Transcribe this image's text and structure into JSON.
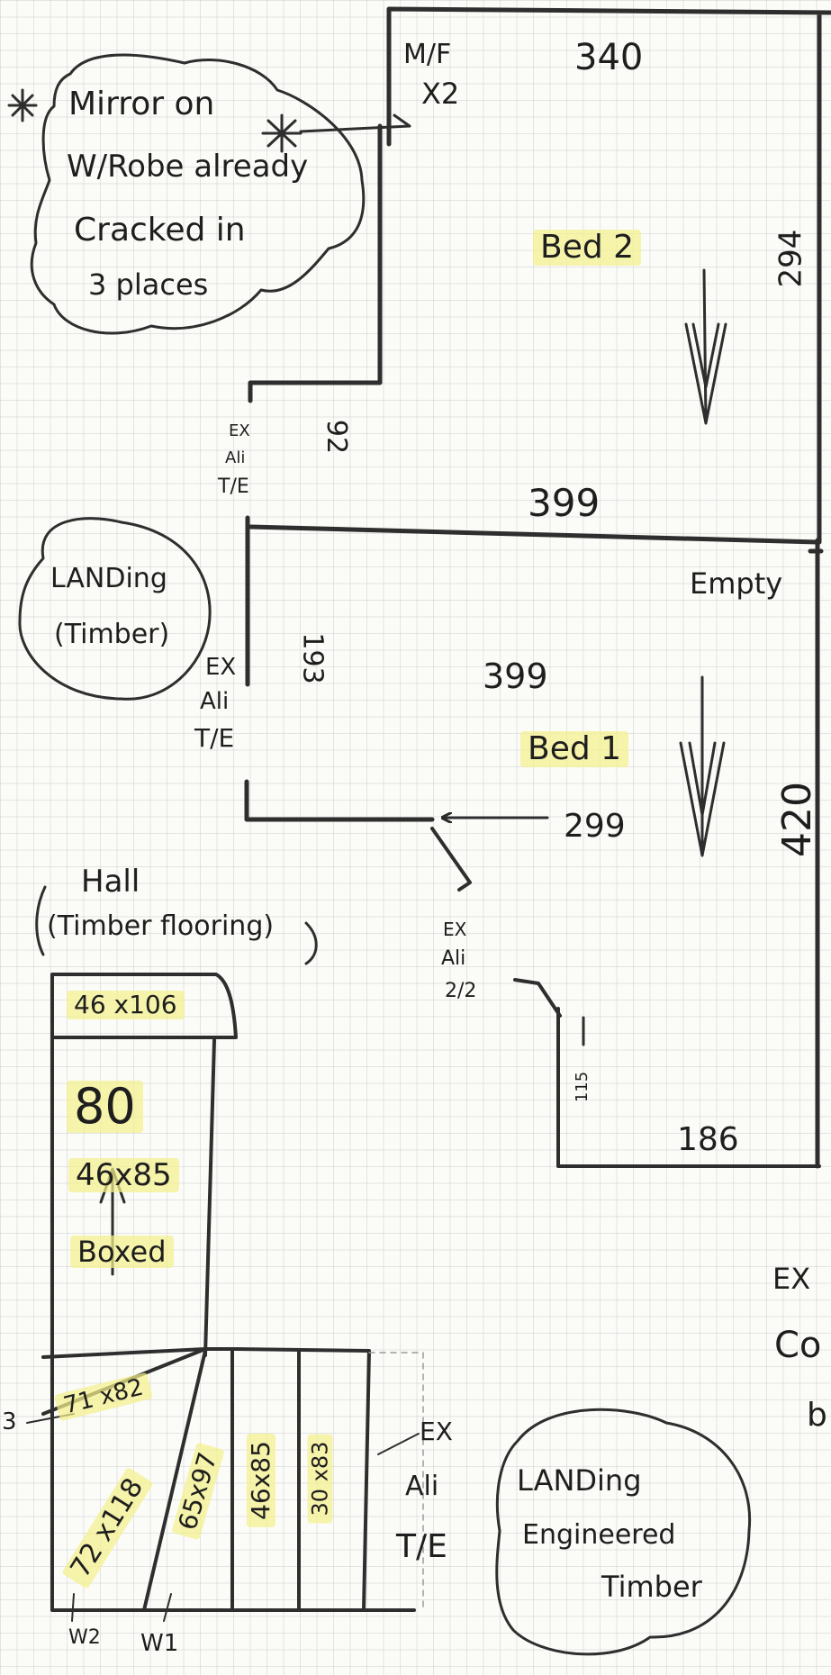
{
  "note_cloud": {
    "line1": "Mirror on",
    "line2": "W/Robe already",
    "line3": "Cracked in",
    "line4": "3 places"
  },
  "bed2": {
    "mf_label": "M/F",
    "mf_count": "X2",
    "width_top": "340",
    "name": "Bed 2",
    "height_right": "294",
    "wall_left": "92",
    "width_bottom": "399"
  },
  "bed1": {
    "status": "Empty",
    "width_top": "399",
    "name": "Bed 1",
    "wall_left": "193",
    "door_width": "299",
    "height_right": "420",
    "step_small": "115",
    "width_bottom": "186"
  },
  "trims": {
    "ex_ali_te_upper": [
      "EX",
      "Ali",
      "T/E"
    ],
    "ex_ali_te_lower": [
      "EX",
      "Ali",
      "T/E"
    ],
    "ex_ali_2_2": [
      "EX",
      "Ali",
      "2/2"
    ],
    "ex_ali_te_stair": [
      "EX",
      "Ali",
      "T/E"
    ]
  },
  "landing_timber": {
    "line1": "LANDing",
    "line2": "(Timber)"
  },
  "landing_engineered": {
    "line1": "LANDing",
    "line2": "Engineered",
    "line3": "Timber"
  },
  "hall": {
    "line1": "Hall",
    "line2": "(Timber flooring)"
  },
  "stairs": {
    "top_tread": "46 x106",
    "count": "80",
    "tread": "46x85",
    "type": "Boxed",
    "winder_left": "71 x82",
    "winder_w2": "72 x118",
    "winder_w1": "65x97",
    "tread_mid": "46x85",
    "tread_right": "30 x83",
    "w2_label": "W2",
    "w1_label": "W1",
    "edge_number": "3"
  },
  "edge_text": {
    "ex": "EX",
    "co": "Co",
    "b": "b"
  },
  "colors": {
    "ink": "#1e1e1e",
    "highlight": "#f4f08c",
    "grid": "#787d8c"
  }
}
